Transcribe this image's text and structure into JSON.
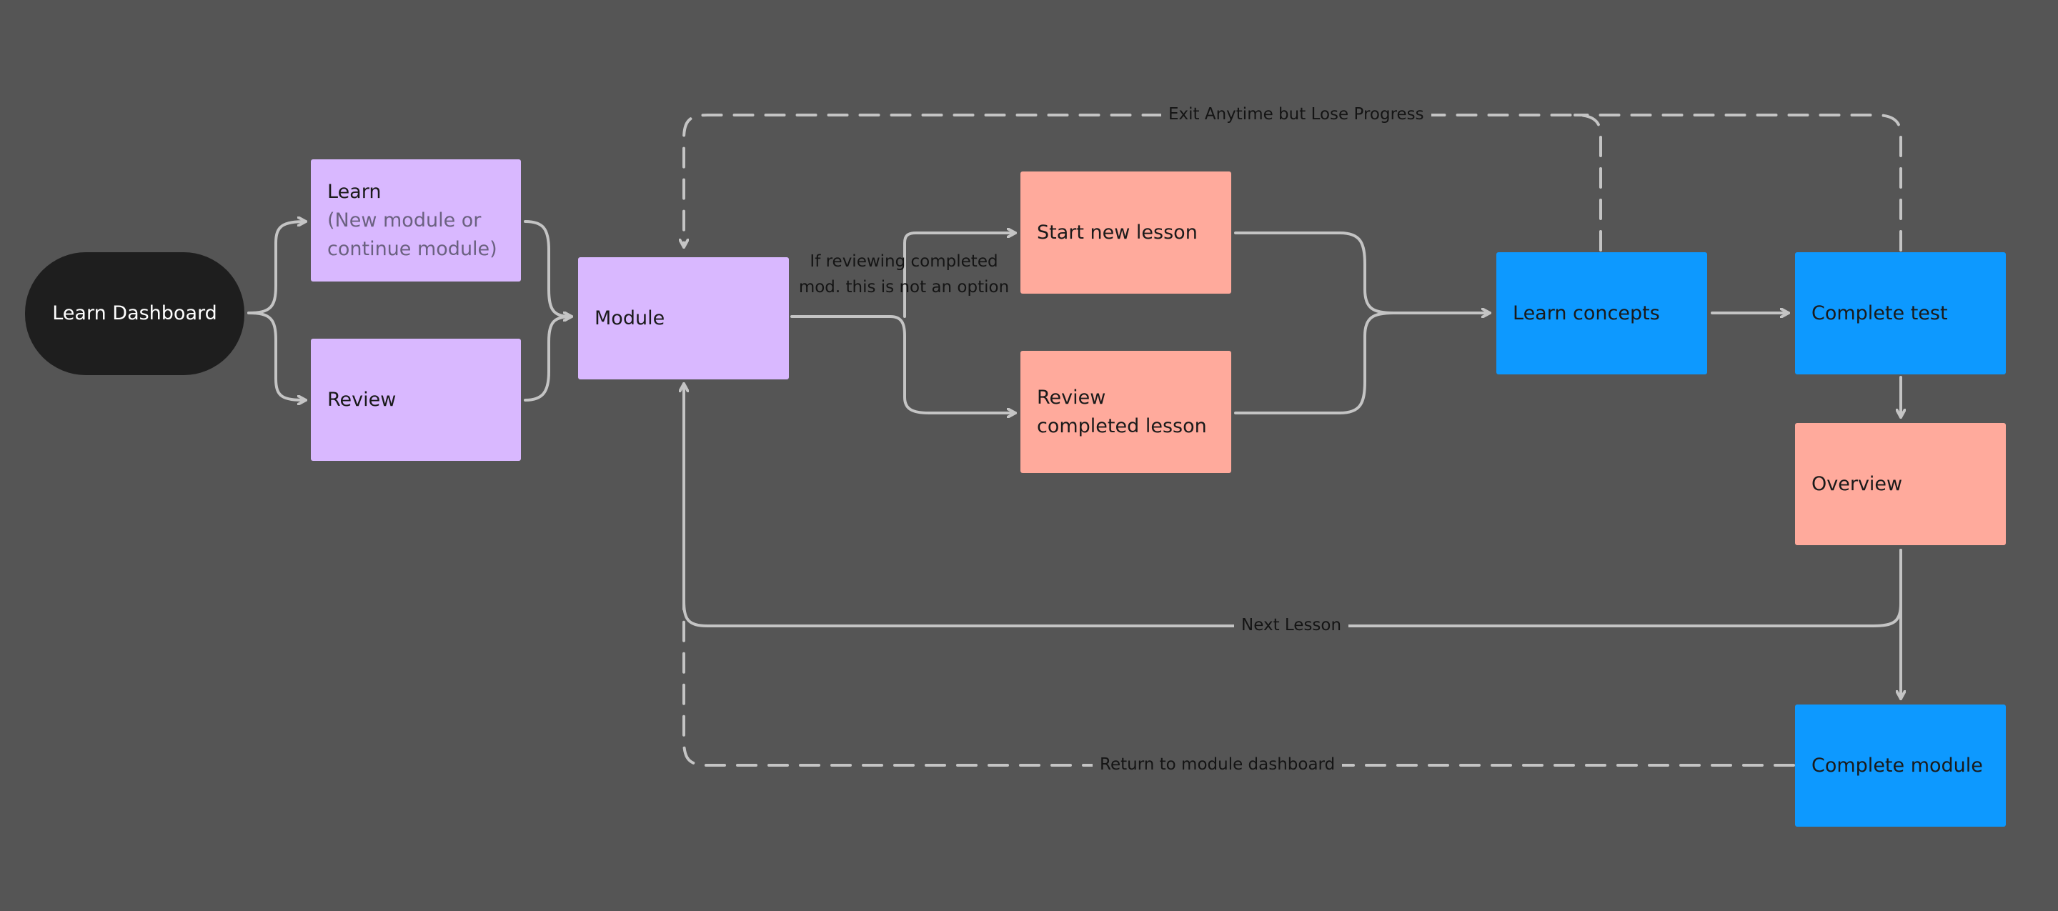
{
  "colors": {
    "background": "#555555",
    "terminal": "#1e1e1e",
    "purple": "#d9b8ff",
    "salmon": "#ffaa9c",
    "blue": "#0d99ff",
    "connector": "#c4c4c4"
  },
  "nodes": {
    "learn_dashboard": "Learn Dashboard",
    "learn": "Learn",
    "learn_sub_line1": "(New module or",
    "learn_sub_line2": "continue module)",
    "review": "Review",
    "module": "Module",
    "start_new_lesson": "Start new lesson",
    "review_completed_line1": "Review",
    "review_completed_line2": "completed lesson",
    "learn_concepts": "Learn concepts",
    "complete_test": "Complete test",
    "overview": "Overview",
    "complete_module": "Complete module"
  },
  "edge_labels": {
    "exit_anytime": "Exit Anytime but Lose Progress",
    "next_lesson": "Next Lesson",
    "return_to_module": "Return to module dashboard",
    "reviewing_note_line1": "If reviewing completed",
    "reviewing_note_line2": "mod. this is not an option"
  }
}
